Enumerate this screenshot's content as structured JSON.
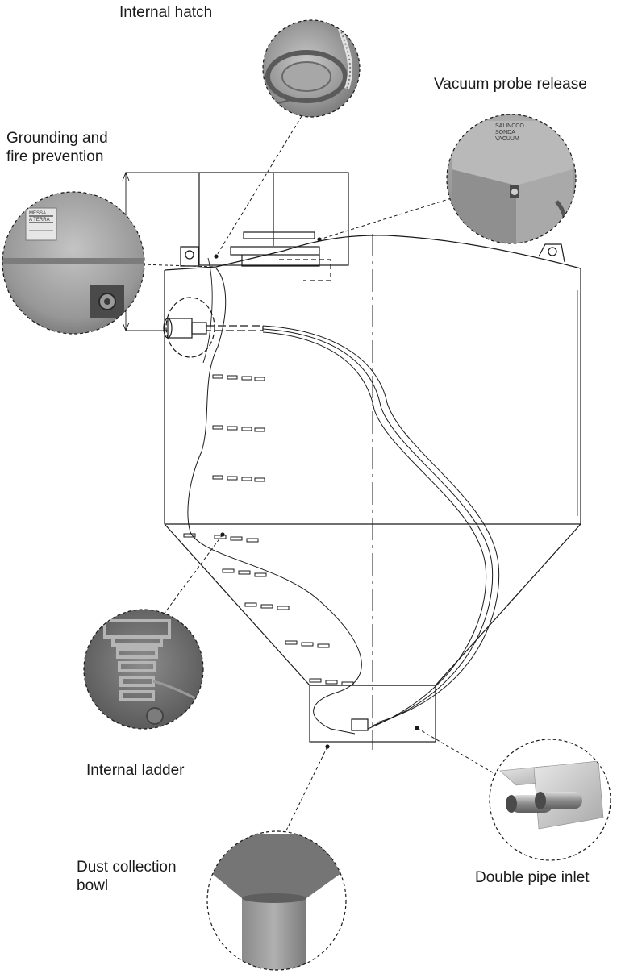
{
  "labels": {
    "internal_hatch": "Internal hatch",
    "vacuum_probe_release": "Vacuum probe release",
    "grounding": "Grounding and\nfire prevention",
    "internal_ladder": "Internal ladder",
    "dust_collection_bowl": "Dust collection\nbowl",
    "double_pipe_inlet": "Double pipe inlet"
  },
  "insets": {
    "grounding_sign": "MESSA\nA TERRA",
    "vacuum_sign": "SALINCCO\nSONDA\nVACUUM"
  }
}
